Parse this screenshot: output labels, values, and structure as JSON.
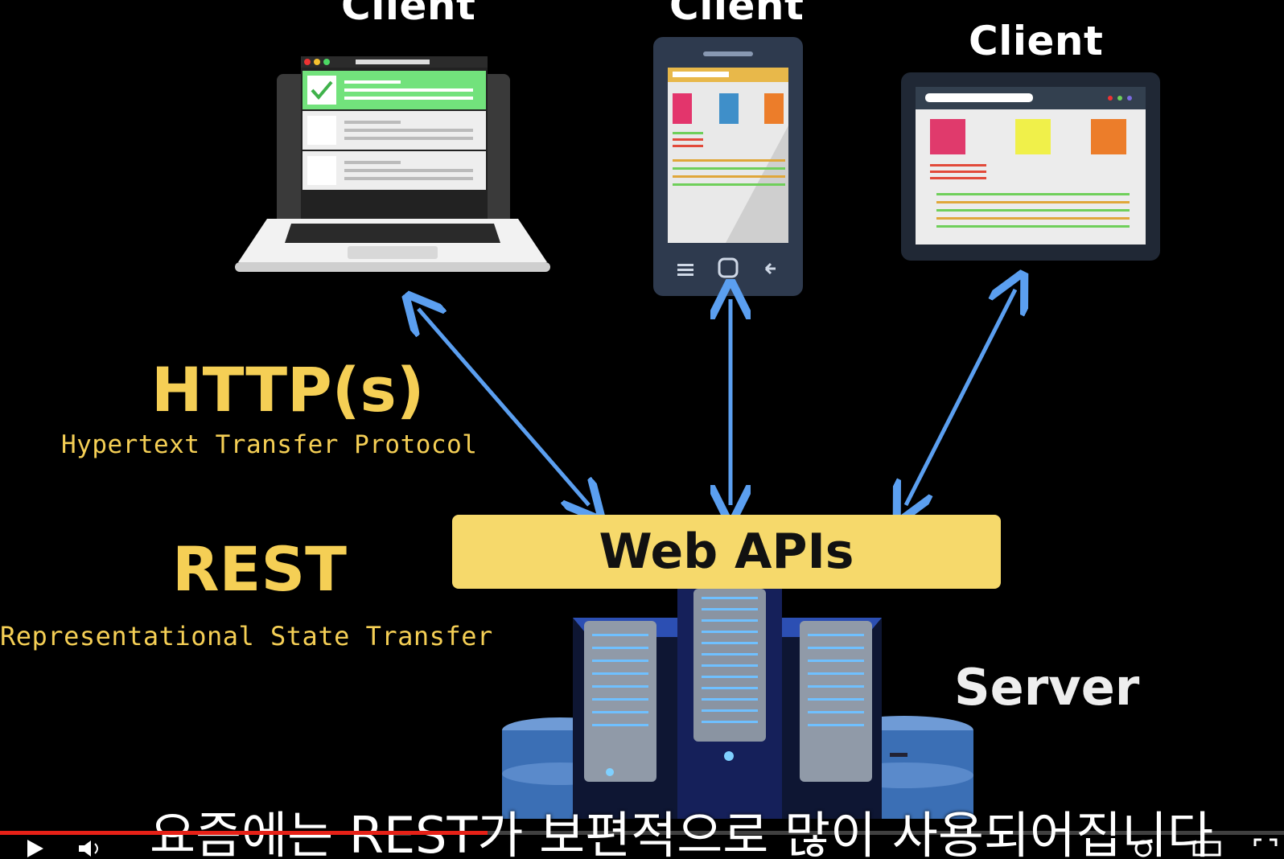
{
  "labels": {
    "client_1": "Client",
    "client_2": "Client",
    "client_3": "Client",
    "http_title": "HTTP(s)",
    "http_sub": "Hypertext Transfer Protocol",
    "rest_title": "REST",
    "rest_sub": "Representational State Transfer",
    "web_apis": "Web APIs",
    "server": "Server"
  },
  "subtitle": "요즘에는 REST가 보편적으로 많이 사용되어집니다",
  "player": {
    "progress_fraction": 0.38,
    "progress_color": "#e62117"
  },
  "colors": {
    "accent_yellow": "#f5cf55",
    "bar_yellow": "#f6d96b",
    "arrow_blue": "#5b9ff0"
  }
}
